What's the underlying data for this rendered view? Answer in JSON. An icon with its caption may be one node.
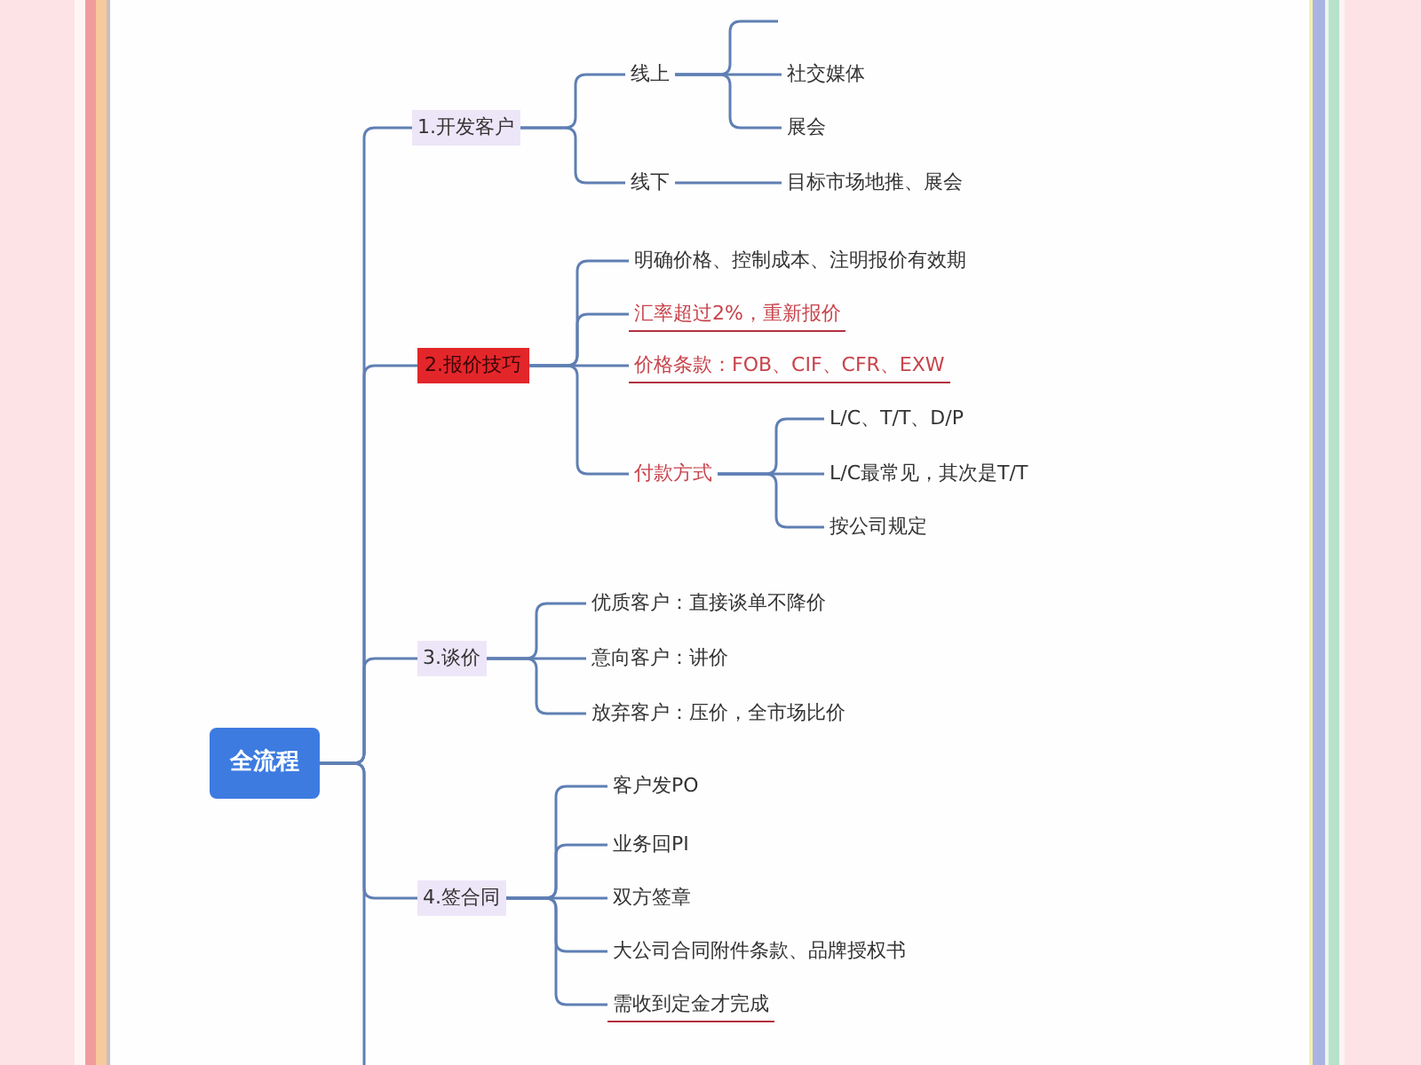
{
  "diagram": {
    "nodes": [
      {
        "text": [
          "全流程"
        ]
      },
      {
        "text": [
          "1.开发客户"
        ]
      },
      {
        "text": [
          "线上"
        ]
      },
      {
        "text": [
          "社交媒体"
        ]
      },
      {
        "text": [
          "展会"
        ]
      },
      {
        "text": [
          "线下"
        ]
      },
      {
        "text": [
          "目标市场地推、展会"
        ]
      },
      {
        "text": [
          "2.报价技巧"
        ]
      },
      {
        "text": [
          "明确价格、控制成本、注明报价有效期"
        ]
      },
      {
        "text": [
          "汇率超过2%，重新报价"
        ]
      },
      {
        "text": [
          "价格条款：FOB、CIF、CFR、EXW"
        ]
      },
      {
        "text": [
          "付款方式"
        ]
      },
      {
        "text": [
          "L/C、T/T、D/P"
        ]
      },
      {
        "text": [
          "L/C最常见，其次是T/T"
        ]
      },
      {
        "text": [
          "按公司规定"
        ]
      },
      {
        "text": [
          "3.谈价"
        ]
      },
      {
        "text": [
          "优质客户：直接谈单不降价"
        ]
      },
      {
        "text": [
          "意向客户：讲价"
        ]
      },
      {
        "text": [
          "放弃客户：压价，全市场比价"
        ]
      },
      {
        "text": [
          "4.签合同"
        ]
      },
      {
        "text": [
          "客户发PO"
        ]
      },
      {
        "text": [
          "业务回PI"
        ]
      },
      {
        "text": [
          "双方签章"
        ]
      },
      {
        "text": [
          "大公司合同附件条款、品牌授权书"
        ]
      },
      {
        "text": [
          "需收到定金才完成"
        ]
      }
    ],
    "edges": [
      {
        "from": 0,
        "to": 1,
        "arrow": "none"
      },
      {
        "from": 0,
        "to": 7,
        "arrow": "none"
      },
      {
        "from": 0,
        "to": 15,
        "arrow": "none"
      },
      {
        "from": 0,
        "to": 19,
        "arrow": "none"
      },
      {
        "from": 0,
        "to": null,
        "arrow": "none"
      },
      {
        "from": 1,
        "to": 2,
        "arrow": "none"
      },
      {
        "from": 1,
        "to": 5,
        "arrow": "none"
      },
      {
        "from": 2,
        "to": null,
        "arrow": "none"
      },
      {
        "from": 2,
        "to": 3,
        "arrow": "none"
      },
      {
        "from": 2,
        "to": 4,
        "arrow": "none"
      },
      {
        "from": 5,
        "to": 6,
        "arrow": "none"
      },
      {
        "from": 7,
        "to": 8,
        "arrow": "none"
      },
      {
        "from": 7,
        "to": 9,
        "arrow": "none"
      },
      {
        "from": 7,
        "to": 10,
        "arrow": "none"
      },
      {
        "from": 7,
        "to": 11,
        "arrow": "none"
      },
      {
        "from": 11,
        "to": 12,
        "arrow": "none"
      },
      {
        "from": 11,
        "to": 13,
        "arrow": "none"
      },
      {
        "from": 11,
        "to": 14,
        "arrow": "none"
      },
      {
        "from": 15,
        "to": 16,
        "arrow": "none"
      },
      {
        "from": 15,
        "to": 17,
        "arrow": "none"
      },
      {
        "from": 15,
        "to": 18,
        "arrow": "none"
      },
      {
        "from": 19,
        "to": 20,
        "arrow": "none"
      },
      {
        "from": 19,
        "to": 21,
        "arrow": "none"
      },
      {
        "from": 19,
        "to": 22,
        "arrow": "none"
      },
      {
        "from": 19,
        "to": 23,
        "arrow": "none"
      },
      {
        "from": 19,
        "to": 24,
        "arrow": "none"
      }
    ]
  }
}
